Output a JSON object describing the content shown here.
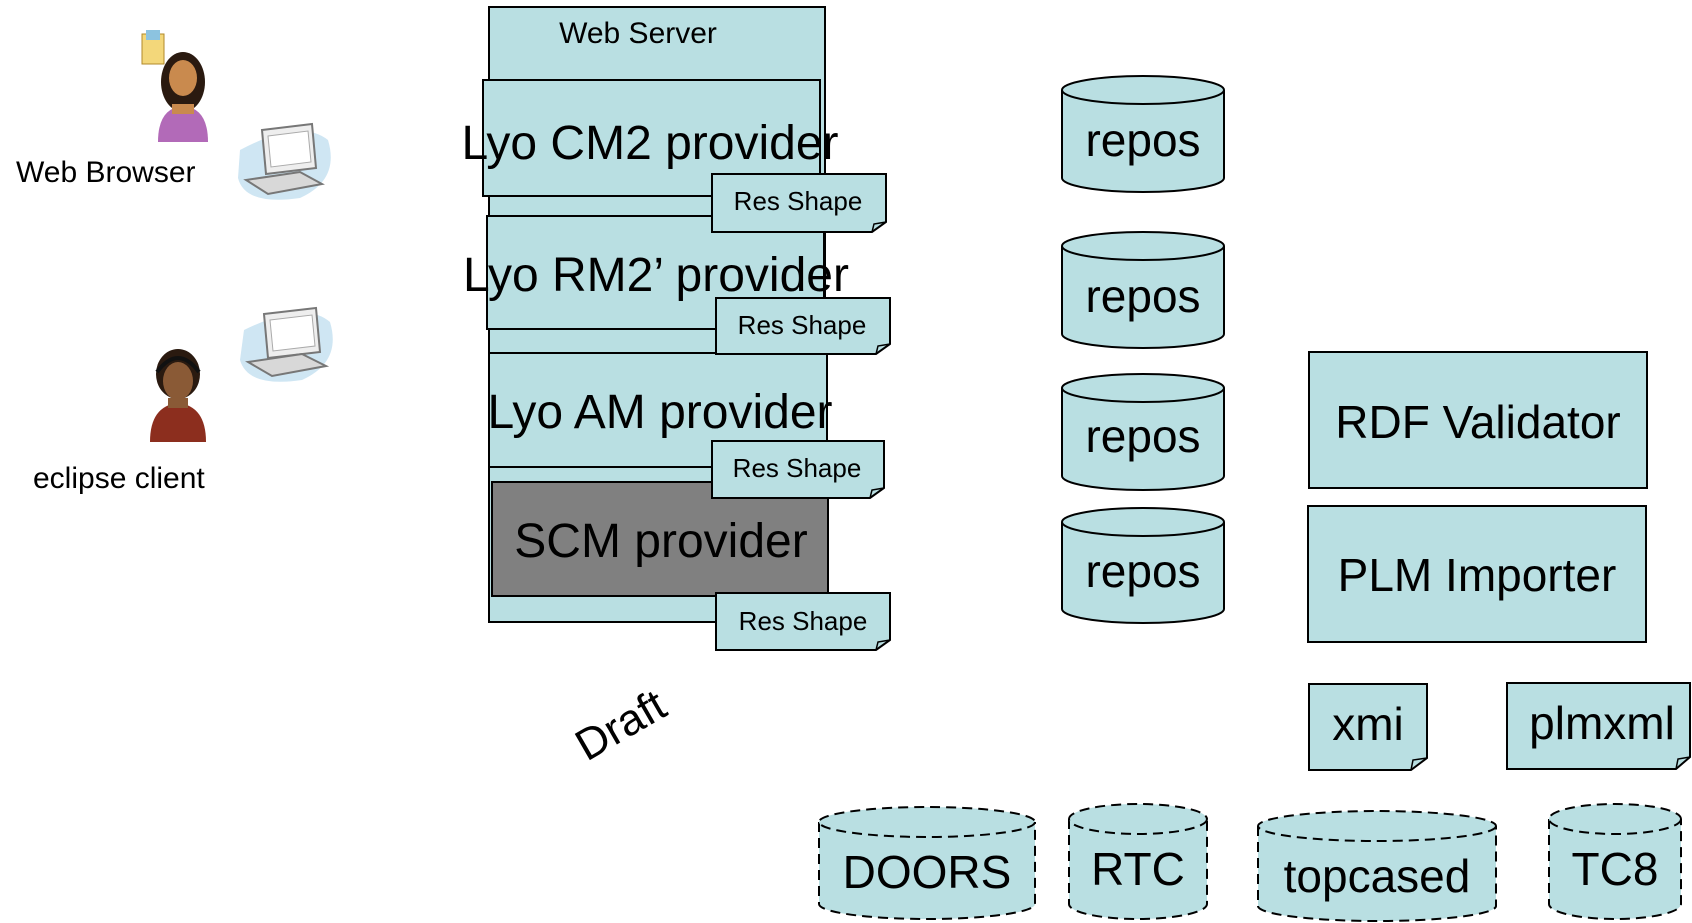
{
  "colors": {
    "box_fill": "#b9dfe2",
    "scm_fill": "#808080",
    "stroke": "#000000",
    "background": "#ffffff"
  },
  "clients": {
    "web_browser": {
      "label": "Web Browser",
      "icons": [
        "user-female-icon",
        "laptop-icon"
      ]
    },
    "eclipse_client": {
      "label": "eclipse client",
      "icons": [
        "user-headset-icon",
        "laptop-icon"
      ]
    }
  },
  "web_server": {
    "title": "Web Server",
    "providers": [
      {
        "label": "Lyo CM2 provider",
        "shape_label": "Res Shape"
      },
      {
        "label": "Lyo RM2’ provider",
        "shape_label": "Res Shape"
      },
      {
        "label": "Lyo AM provider",
        "shape_label": "Res Shape"
      },
      {
        "label": "SCM provider",
        "shape_label": "Res Shape",
        "highlighted": true
      }
    ]
  },
  "repositories": [
    "repos",
    "repos",
    "repos",
    "repos"
  ],
  "tools": [
    "RDF Validator",
    "PLM Importer"
  ],
  "documents": [
    "xmi",
    "plmxml"
  ],
  "external_stores": [
    "DOORS",
    "RTC",
    "topcased",
    "TC8"
  ],
  "watermark": "Draft"
}
